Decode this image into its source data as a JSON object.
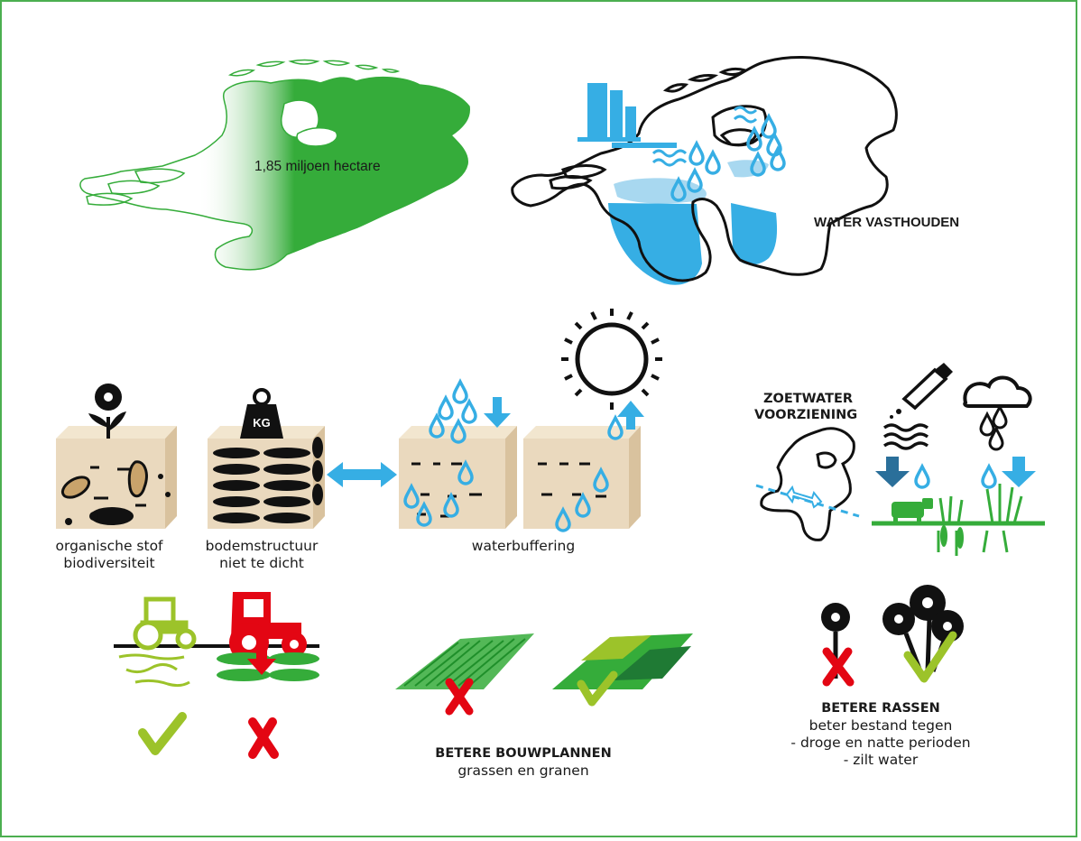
{
  "colors": {
    "border": "#4caf50",
    "green": "#35ac3a",
    "lightgreen": "#9cc32a",
    "water": "#36aee4",
    "lightwater": "#a8d8f0",
    "red": "#e30613",
    "soil": "#ead9be",
    "soil_side": "#d9c29e",
    "black": "#111111"
  },
  "map_area": {
    "label": "1,85 miljoen hectare"
  },
  "water_map": {
    "title": "WATER VASTHOUDEN"
  },
  "soil": {
    "organic_line1": "organische stof",
    "organic_line2": "biodiversiteit",
    "structure_line1": "bodemstructuur",
    "structure_line2": "niet te dicht",
    "buffer": "waterbuffering",
    "weight_label": "KG"
  },
  "freshwater": {
    "line1": "ZOETWATER",
    "line2": "VOORZIENING"
  },
  "rotation": {
    "title": "BETERE BOUWPLANNEN",
    "subtitle": "grassen en granen"
  },
  "varieties": {
    "title": "BETERE RASSEN",
    "line1": "beter bestand tegen",
    "line2": "- droge en natte perioden",
    "line3": "- zilt water"
  }
}
